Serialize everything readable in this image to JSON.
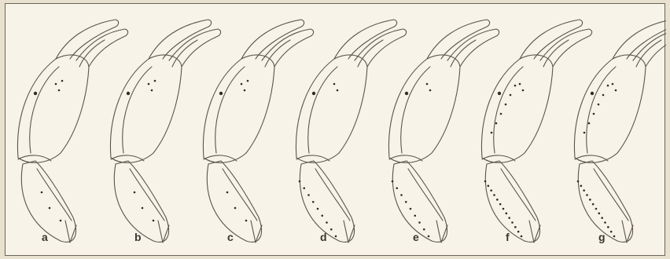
{
  "figure": {
    "panels": [
      {
        "label": "a",
        "dot_pattern": "few"
      },
      {
        "label": "b",
        "dot_pattern": "few"
      },
      {
        "label": "c",
        "dot_pattern": "few"
      },
      {
        "label": "d",
        "dot_pattern": "row"
      },
      {
        "label": "e",
        "dot_pattern": "row"
      },
      {
        "label": "f",
        "dot_pattern": "dense-row"
      },
      {
        "label": "g",
        "dot_pattern": "dense-row"
      }
    ]
  },
  "colors": {
    "background": "#f7f3e8",
    "line": "#5a554b",
    "dot": "#2f2c27"
  }
}
